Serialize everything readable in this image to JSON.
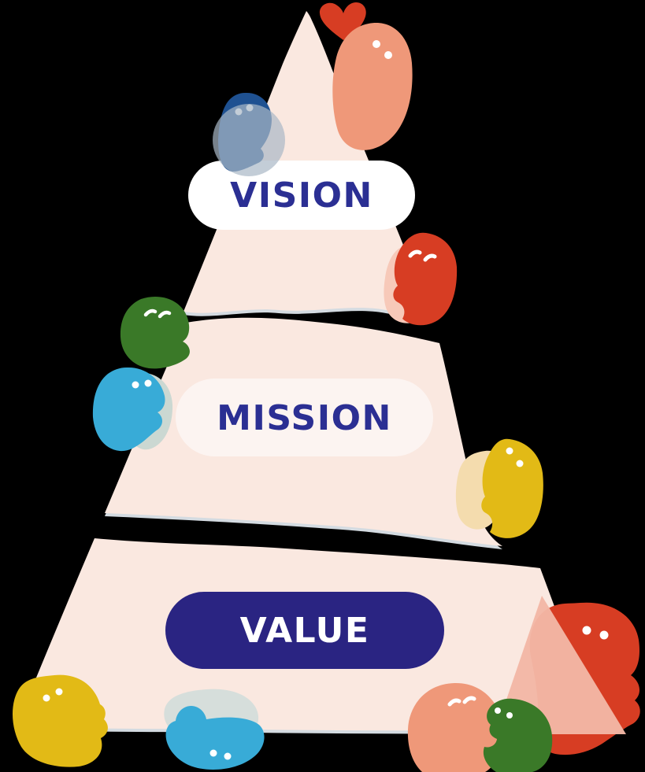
{
  "pyramid": {
    "levels": [
      {
        "id": "vision",
        "label": "VISION"
      },
      {
        "id": "mission",
        "label": "MISSION"
      },
      {
        "id": "value",
        "label": "VALUE"
      }
    ]
  },
  "palette": {
    "background": "#000000",
    "pyramid_peach": "#FAE8E0",
    "edge_highlight": "#DFE7ED",
    "navy_text": "#2B2F93",
    "vision_pill": "#FFFFFF",
    "mission_pill": "#FCF4F1",
    "value_pill": "#2A2482",
    "value_text": "#FFFFFF",
    "red": "#D73D23",
    "salmon": "#EF9879",
    "pink_shadow": "#F7C9B9",
    "pink_triangle": "#F2B7A5",
    "blue": "#1F5191",
    "gray_circle": "#A9B8C6",
    "green": "#3A7928",
    "cyan": "#38ABD7",
    "sage_shadow": "#CBD8D2",
    "gray_blob": "#D6DEDB",
    "yellow": "#E2BA16",
    "tan_shadow": "#F4DCAE",
    "eye": "#FFFFFF"
  },
  "characters": [
    {
      "name": "heart",
      "color": "#D73D23",
      "eyes": "none"
    },
    {
      "name": "salmon-top",
      "color": "#EF9879",
      "eyes": "dots"
    },
    {
      "name": "blue-top-left",
      "color": "#1F5191",
      "eyes": "dots"
    },
    {
      "name": "red-mid-right",
      "color": "#D73D23",
      "eyes": "closed"
    },
    {
      "name": "green-mid-left",
      "color": "#3A7928",
      "eyes": "closed"
    },
    {
      "name": "cyan-mid-left",
      "color": "#38ABD7",
      "eyes": "dots"
    },
    {
      "name": "yellow-mid-right",
      "color": "#E2BA16",
      "eyes": "dots"
    },
    {
      "name": "red-bottom-right",
      "color": "#D73D23",
      "eyes": "dots"
    },
    {
      "name": "salmon-bottom",
      "color": "#EF9879",
      "eyes": "closed"
    },
    {
      "name": "green-bottom-right",
      "color": "#3A7928",
      "eyes": "dots"
    },
    {
      "name": "yellow-bottom-left",
      "color": "#E2BA16",
      "eyes": "dots"
    },
    {
      "name": "cyan-bottom",
      "color": "#38ABD7",
      "eyes": "dots"
    }
  ]
}
